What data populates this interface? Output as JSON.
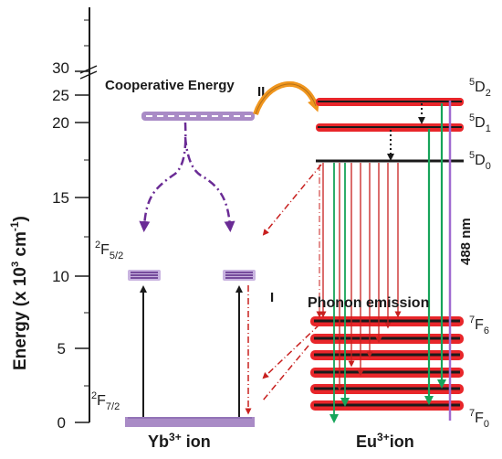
{
  "axis": {
    "label_main": "Energy (x 10",
    "label_exp": "3",
    "label_unit": " cm",
    "label_unit_exp": "-1",
    "label_close": ")",
    "ticks": [
      "0",
      "5",
      "10",
      "15",
      "20",
      "25",
      "30"
    ]
  },
  "labels": {
    "cooperative": "Cooperative Energy",
    "step_two": "II",
    "step_one": "I",
    "phonon": "Phonon emission",
    "wavelength": "488 nm",
    "yb_ion": {
      "base": "Yb",
      "sup": "3+",
      "rest": " ion"
    },
    "eu_ion": {
      "base": "Eu",
      "sup": "3+",
      "rest": "ion"
    }
  },
  "yb_levels": {
    "f52": {
      "pre": "2",
      "base": "F",
      "sub": "5/2"
    },
    "f72": {
      "pre": "2",
      "base": "F",
      "sub": "7/2"
    }
  },
  "eu_levels": {
    "d2": {
      "pre": "5",
      "base": "D",
      "sub": "2"
    },
    "d1": {
      "pre": "5",
      "base": "D",
      "sub": "1"
    },
    "d0": {
      "pre": "5",
      "base": "D",
      "sub": "0"
    },
    "f6": {
      "pre": "7",
      "base": "F",
      "sub": "6"
    },
    "f0": {
      "pre": "7",
      "base": "F",
      "sub": "0"
    }
  },
  "colors": {
    "yb_level": "#a98bc6",
    "eu_band": "#e8262a",
    "green_arrow": "#17a45a",
    "red_arrow": "#c8201f",
    "purple_line": "#a06ad0",
    "orange_arrow": "#f0961e",
    "dashed_arrow": "#6a2b95"
  }
}
